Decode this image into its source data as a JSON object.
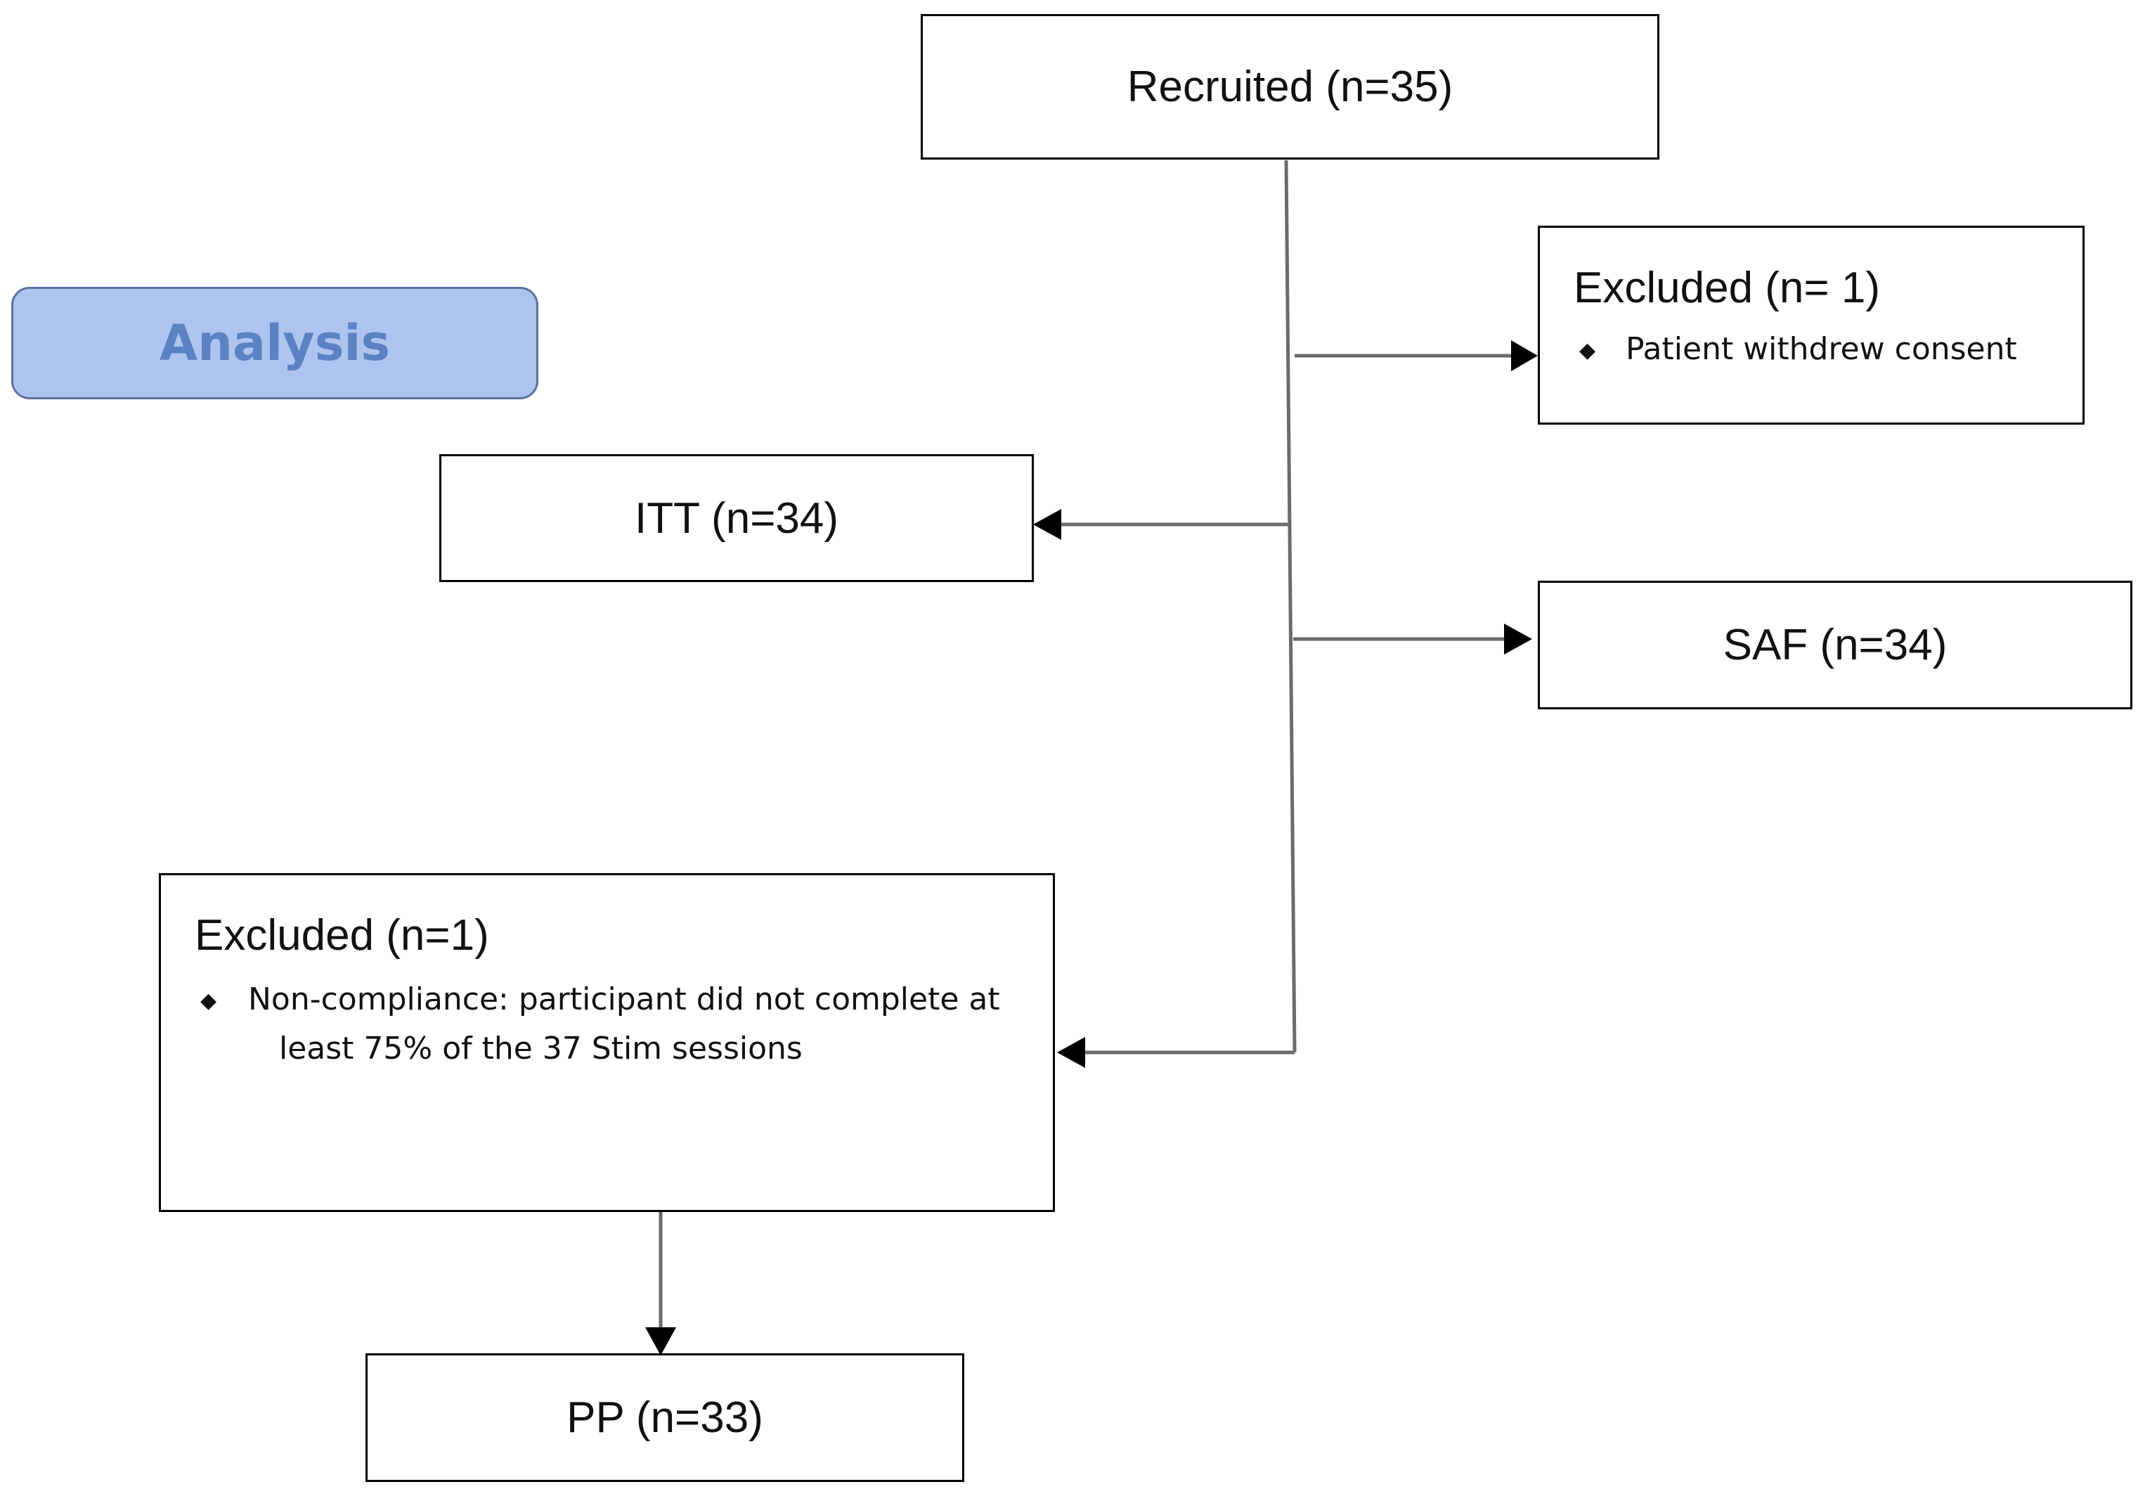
{
  "stage_label": "Analysis",
  "recruited": "Recruited (n=35)",
  "excluded_top": {
    "title": "Excluded (n= 1)",
    "bullet": "Patient withdrew consent"
  },
  "itt": "ITT (n=34)",
  "saf": "SAF (n=34)",
  "excluded_bottom": {
    "title": "Excluded (n=1)",
    "bullet_line1": "Non-compliance: participant did not complete at",
    "bullet_line2": "least 75% of the 37 Stim sessions"
  },
  "pp": "PP (n=33)",
  "colors": {
    "stage_fill": "#aec4f0",
    "stage_text": "#5b82c2",
    "connector": "#6b6b6b"
  }
}
